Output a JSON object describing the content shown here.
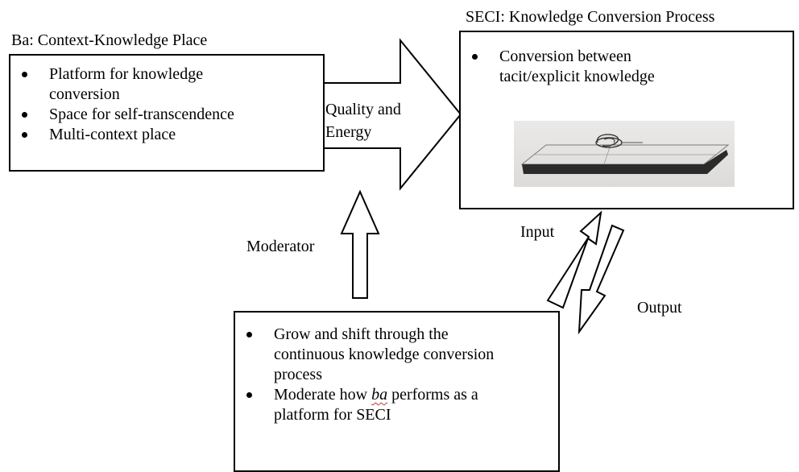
{
  "ba": {
    "title": "Ba: Context-Knowledge Place",
    "items": [
      "Platform for knowledge conversion",
      "Space for self-transcendence",
      "Multi-context place"
    ]
  },
  "seci": {
    "title": "SECI: Knowledge Conversion Process",
    "items": [
      "Conversion between tacit/explicit knowledge"
    ]
  },
  "arrow_label": {
    "line1": "Quality and",
    "line2": "Energy"
  },
  "moderator_label": "Moderator",
  "input_label": "Input",
  "output_label": "Output",
  "bottom": {
    "item1": "Grow and shift through the continuous knowledge conversion process",
    "item2_before": "Moderate how ",
    "item2_italic": "ba",
    "item2_after": " performs as a platform for SECI"
  }
}
